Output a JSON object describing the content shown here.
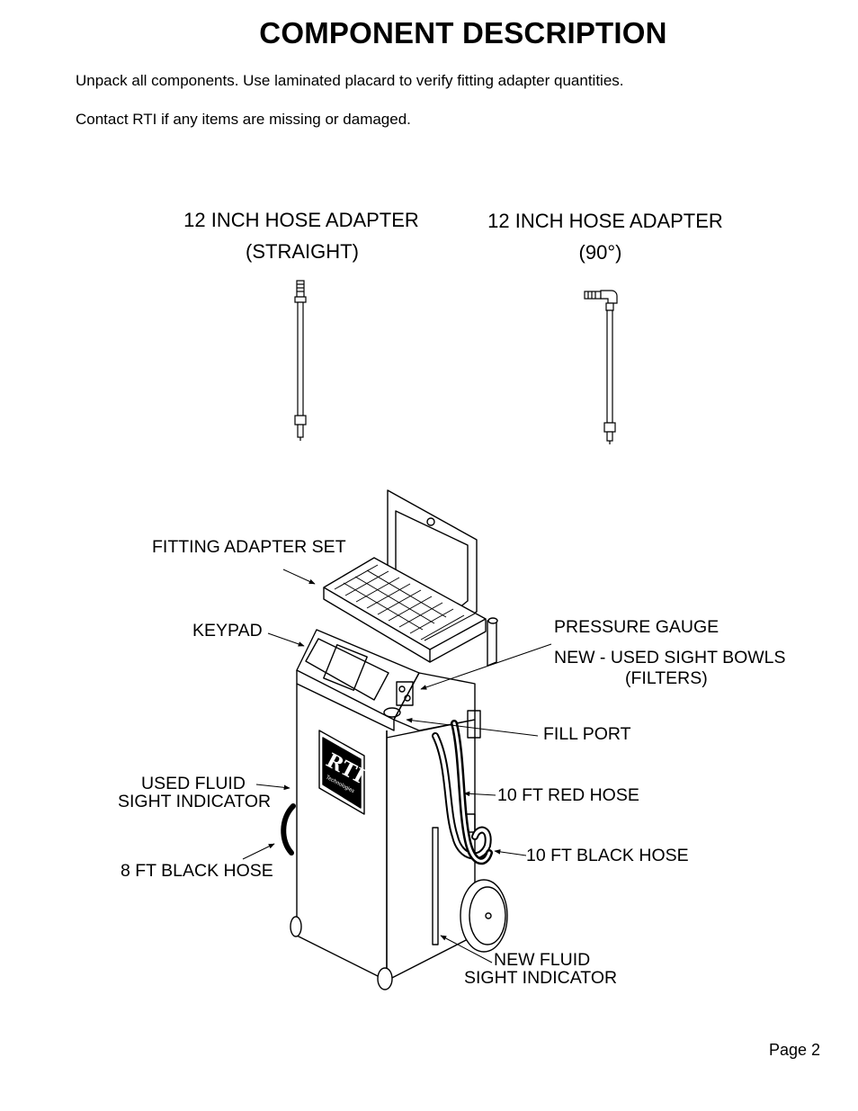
{
  "title": "COMPONENT DESCRIPTION",
  "intro": [
    "Unpack all components. Use laminated placard to verify fitting adapter quantities.",
    "Contact RTI if any items are missing or damaged."
  ],
  "adapters": [
    {
      "line1": "12 INCH HOSE ADAPTER",
      "line2": "(STRAIGHT)"
    },
    {
      "line1": "12 INCH HOSE ADAPTER",
      "line2": "(90°)"
    }
  ],
  "labels": {
    "fitting_adapter_set": "FITTING ADAPTER SET",
    "keypad": "KEYPAD",
    "pressure_gauge": "PRESSURE GAUGE",
    "sight_bowls_1": "NEW - USED SIGHT BOWLS",
    "sight_bowls_2": "(FILTERS)",
    "fill_port": "FILL PORT",
    "used_fluid_1": "USED FLUID",
    "used_fluid_2": "SIGHT INDICATOR",
    "red_hose": "10 FT RED HOSE",
    "black_hose_10": "10 FT BLACK HOSE",
    "black_hose_8": "8 FT BLACK HOSE",
    "new_fluid_1": "NEW FLUID",
    "new_fluid_2": "SIGHT INDICATOR"
  },
  "logo": {
    "brand": "RTI",
    "sub": "Technologies"
  },
  "page_label": "Page 2"
}
